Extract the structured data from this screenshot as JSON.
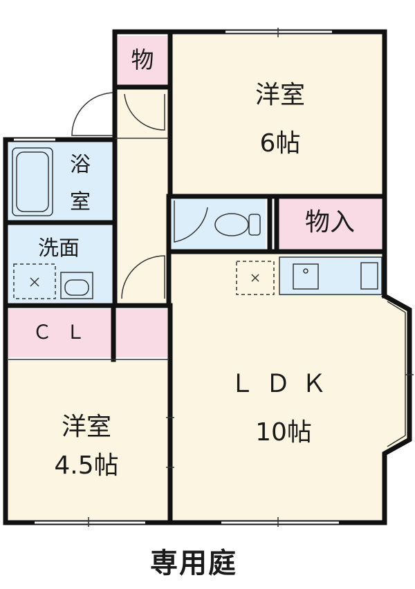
{
  "rooms": {
    "storage_top": {
      "label": "物"
    },
    "western_6": {
      "name": "洋室",
      "size": "6帖"
    },
    "closet_right": {
      "label": "物入"
    },
    "bath": {
      "label_1": "浴",
      "label_2": "室"
    },
    "washroom": {
      "label": "洗面"
    },
    "closet_cl": {
      "label": "ＣＬ"
    },
    "western_45": {
      "name": "洋室",
      "size": "4.5帖"
    },
    "ldk": {
      "name": "ＬＤＫ",
      "size": "10帖"
    }
  },
  "garden": {
    "label": "専用庭"
  },
  "colors": {
    "wall": "#111111",
    "floor": "#fbf5e2",
    "pink": "#f9dbe6",
    "water": "#dceef9"
  }
}
